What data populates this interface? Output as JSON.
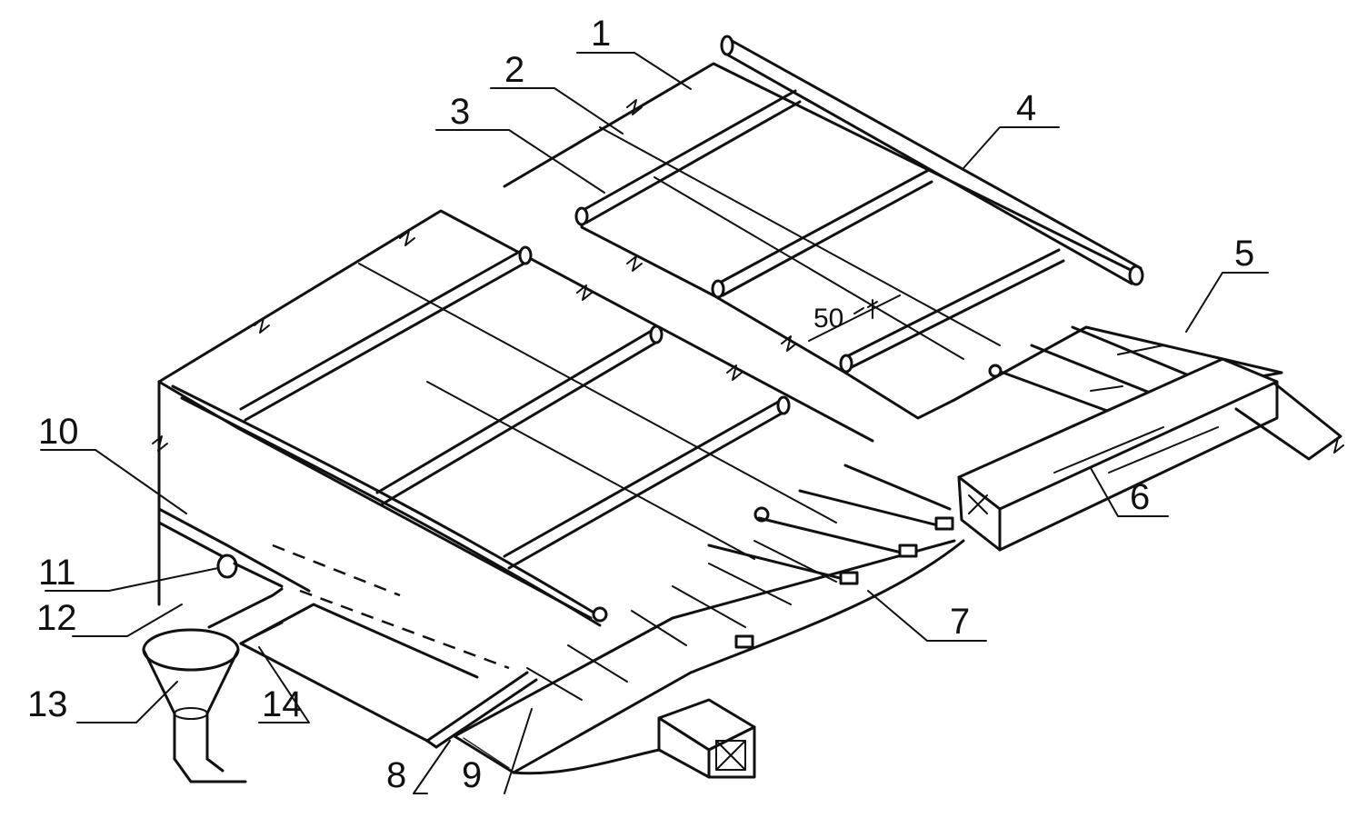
{
  "labels": {
    "l1": "1",
    "l2": "2",
    "l3": "3",
    "l4": "4",
    "l5": "5",
    "l6": "6",
    "l7": "7",
    "l8": "8",
    "l9": "9",
    "l10": "10",
    "l11": "11",
    "l12": "12",
    "l13": "13",
    "l14": "14"
  },
  "dimension": "50"
}
